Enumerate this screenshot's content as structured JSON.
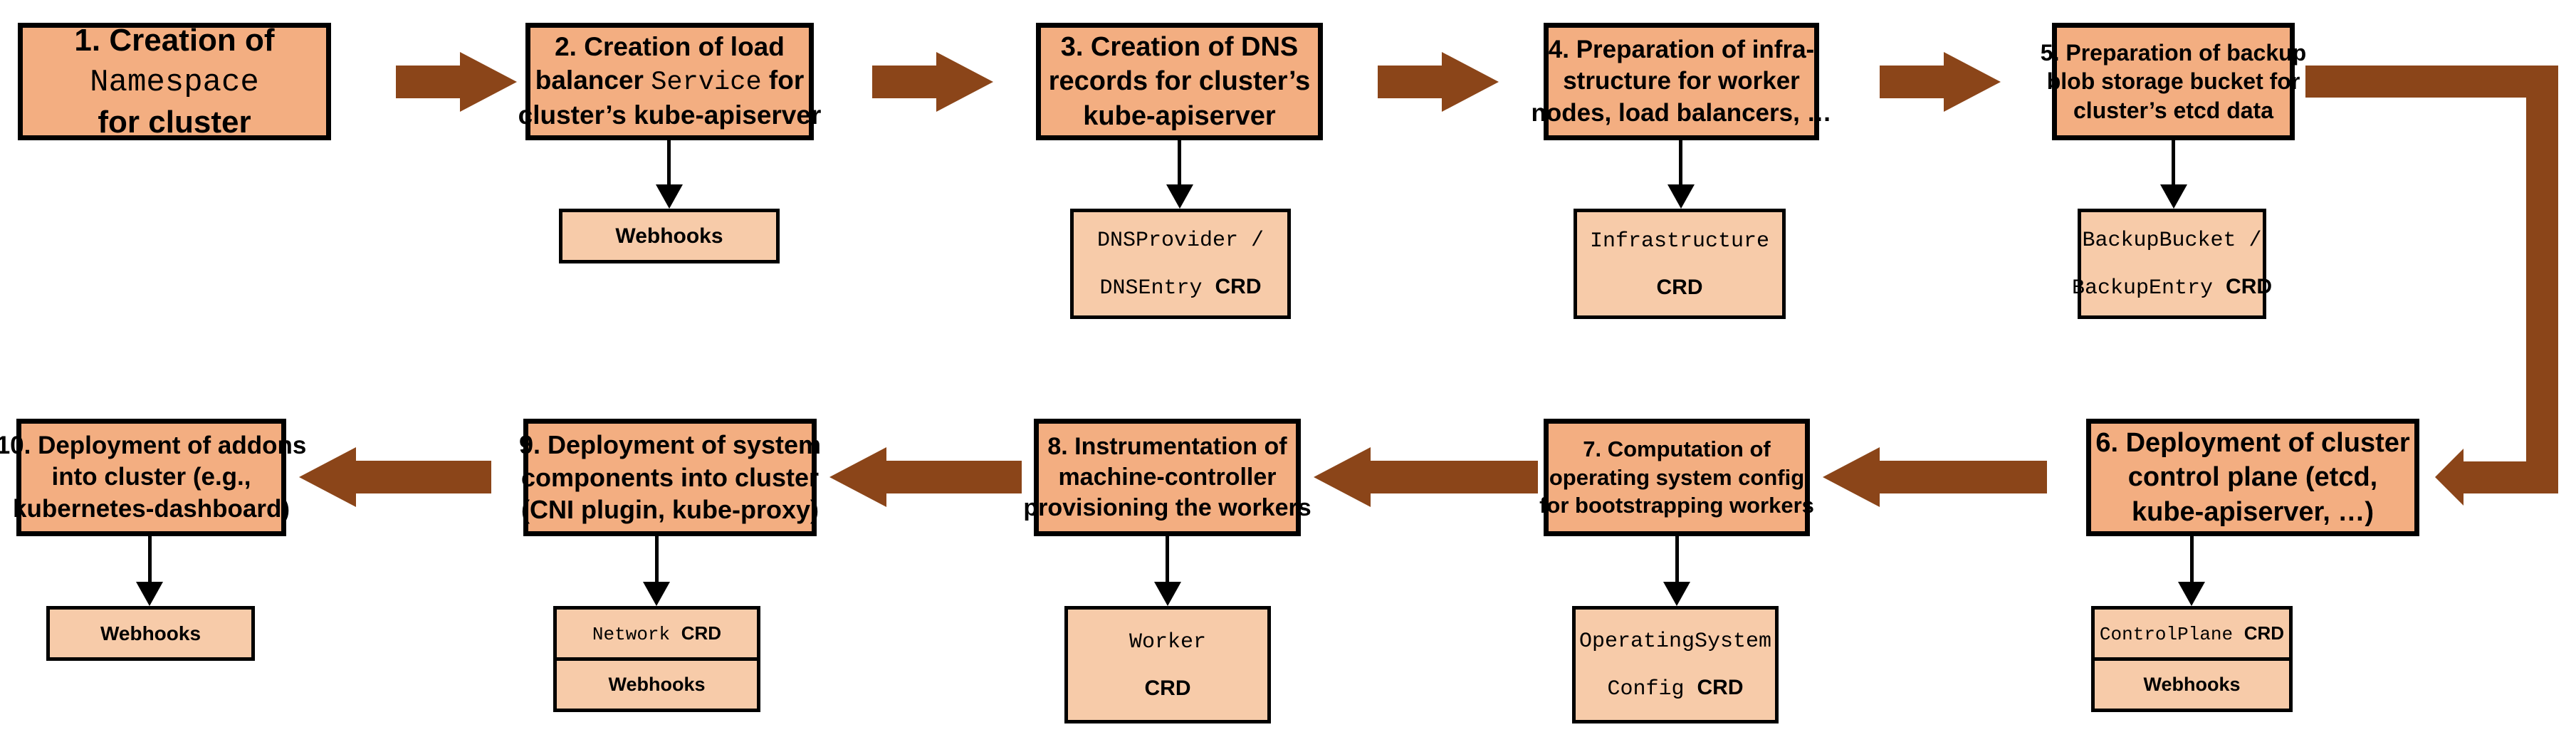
{
  "colors": {
    "background": "#FFFFFF",
    "box_fill": "#F3AE81",
    "sub_fill": "#F7CBA9",
    "border": "#000000",
    "arrow": "#8B4519"
  },
  "steps": [
    {
      "title_pre": "1. Creation of\n",
      "title_code": "Namespace",
      "title_post": "\nfor cluster",
      "subs": []
    },
    {
      "title_pre": "2. Creation of load\nbalancer ",
      "title_code": "Service",
      "title_post": " for\ncluster’s kube-apiserver",
      "subs": [
        {
          "label": "Webhooks"
        }
      ]
    },
    {
      "title_pre": "3. Creation of DNS\nrecords for cluster’s\nkube-apiserver",
      "subs": [
        {
          "code": "DNSProvider /\nDNSEntry ",
          "label": "CRD"
        }
      ]
    },
    {
      "title_pre": "4. Preparation of infra-\nstructure for worker\nnodes, load balancers, …",
      "subs": [
        {
          "code": "Infrastructure\n",
          "label": "CRD"
        }
      ]
    },
    {
      "title_pre": "5. Preparation of backup\nblob storage bucket for\ncluster’s etcd data",
      "subs": [
        {
          "code": "BackupBucket /\nBackupEntry ",
          "label": "CRD"
        }
      ]
    },
    {
      "title_pre": "6. Deployment of cluster\ncontrol plane (etcd,\nkube-apiserver, …)",
      "subs": [
        {
          "code": "ControlPlane ",
          "label": "CRD"
        },
        {
          "label": "Webhooks"
        }
      ]
    },
    {
      "title_pre": "7. Computation of\noperating system config\nfor bootstrapping workers",
      "subs": [
        {
          "code": "OperatingSystem\nConfig ",
          "label": "CRD"
        }
      ]
    },
    {
      "title_pre": "8. Instrumentation of\nmachine-controller\nprovisioning the workers",
      "subs": [
        {
          "code": "Worker\n",
          "label": "CRD"
        }
      ]
    },
    {
      "title_pre": "9. Deployment of system\ncomponents into cluster\n(CNI plugin, kube-proxy)",
      "subs": [
        {
          "code": "Network ",
          "label": "CRD"
        },
        {
          "label": "Webhooks"
        }
      ]
    },
    {
      "title_pre": "10. Deployment of addons\ninto cluster (e.g.,\nkubernetes-dashboard)",
      "subs": [
        {
          "label": "Webhooks"
        }
      ]
    }
  ]
}
